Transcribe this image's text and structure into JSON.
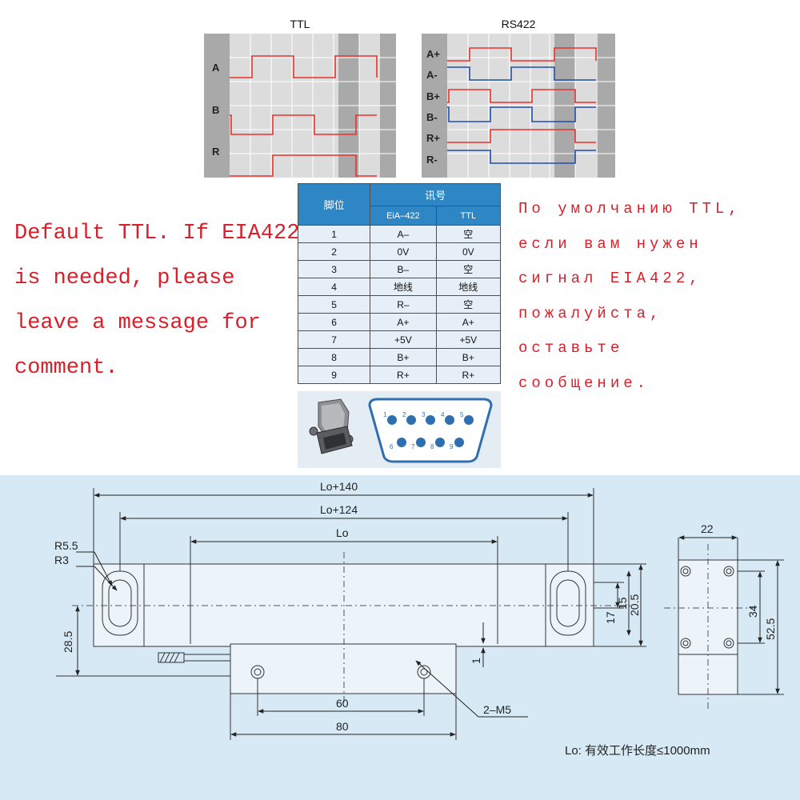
{
  "ttl_panel": {
    "title": "TTL",
    "signals": [
      "A",
      "B",
      "R"
    ]
  },
  "rs422_panel": {
    "title": "RS422",
    "signals": [
      "A+",
      "A-",
      "B+",
      "B-",
      "R+",
      "R-"
    ]
  },
  "notes": {
    "english": "Default TTL. If EIA422\nis needed, please\nleave a message for\ncomment.",
    "russian": "По умолчанию TTL,\nесли вам нужен\nсигнал EIA422,\nпожалуйста,\nоставьте\nсообщение."
  },
  "pin_table": {
    "col_pin": "脚位",
    "col_signal": "讯号",
    "sub_eia": "EiA–422",
    "sub_ttl": "TTL",
    "rows": [
      {
        "pin": "1",
        "eia": "A–",
        "ttl": "空"
      },
      {
        "pin": "2",
        "eia": "0V",
        "ttl": "0V"
      },
      {
        "pin": "3",
        "eia": "B–",
        "ttl": "空"
      },
      {
        "pin": "4",
        "eia": "地线",
        "ttl": "地线"
      },
      {
        "pin": "5",
        "eia": "R–",
        "ttl": "空"
      },
      {
        "pin": "6",
        "eia": "A+",
        "ttl": "A+"
      },
      {
        "pin": "7",
        "eia": "+5V",
        "ttl": "+5V"
      },
      {
        "pin": "8",
        "eia": "B+",
        "ttl": "B+"
      },
      {
        "pin": "9",
        "eia": "R+",
        "ttl": "R+"
      }
    ]
  },
  "connector": {
    "pins_top": [
      "1",
      "2",
      "3",
      "4",
      "5"
    ],
    "pins_bottom": [
      "6",
      "7",
      "8",
      "9"
    ]
  },
  "drawing": {
    "dim_lo140": "Lo+140",
    "dim_lo124": "Lo+124",
    "dim_lo": "Lo",
    "dim_r55": "R5.5",
    "dim_r3": "R3",
    "dim_285": "28.5",
    "dim_1": "1",
    "dim_17": "17",
    "dim_15": "15",
    "dim_205": "20.5",
    "dim_22": "22",
    "dim_34": "34",
    "dim_525": "52.5",
    "dim_60": "60",
    "dim_80": "80",
    "dim_m5": "2–M5",
    "caption": "Lo: 有效工作长度≤1000mm"
  },
  "colors": {
    "signal_red": "#e8322c",
    "signal_blue": "#1f4fa8",
    "note_red": "#d8202a",
    "table_header": "#2f86c4",
    "drawing_bg": "#d7e9f4"
  }
}
